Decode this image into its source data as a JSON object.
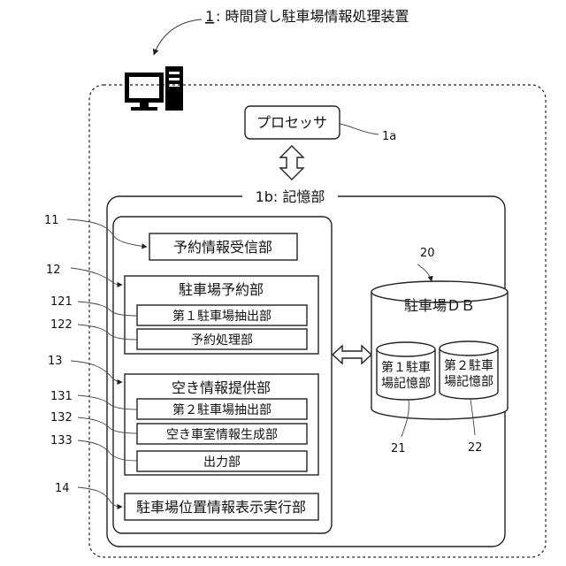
{
  "device": {
    "ref": "1",
    "title": ": 時間貸し駐車場情報処理装置"
  },
  "processor": {
    "label": "プロセッサ",
    "ref": "1a"
  },
  "storage": {
    "title": "1b: 記憶部"
  },
  "units": [
    {
      "ref": "11",
      "label": "予約情報受信部"
    },
    {
      "ref": "12",
      "label": "駐車場予約部",
      "children": [
        {
          "ref": "121",
          "label": "第１駐車場抽出部"
        },
        {
          "ref": "122",
          "label": "予約処理部"
        }
      ]
    },
    {
      "ref": "13",
      "label": "空き情報提供部",
      "children": [
        {
          "ref": "131",
          "label": "第２駐車場抽出部"
        },
        {
          "ref": "132",
          "label": "空き車室情報生成部"
        },
        {
          "ref": "133",
          "label": "出力部"
        }
      ]
    },
    {
      "ref": "14",
      "label": "駐車場位置情報表示実行部"
    }
  ],
  "database": {
    "ref": "20",
    "label": "駐車場ＤＢ",
    "stores": [
      {
        "ref": "21",
        "line1": "第１駐車",
        "line2": "場記憶部"
      },
      {
        "ref": "22",
        "line1": "第２駐車",
        "line2": "場記憶部"
      }
    ]
  }
}
